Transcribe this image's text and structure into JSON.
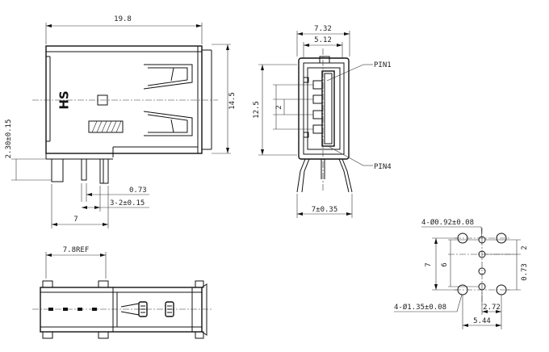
{
  "side_view": {
    "width": "19.8",
    "height": "14.5",
    "pin_offset": "2.30±0.15",
    "pin_width": "0.73",
    "pin_pitch": "3-2±0.15",
    "pin_span": "7",
    "brand_mark": "HS"
  },
  "front_view": {
    "outer_width": "7.32",
    "inner_width": "5.12",
    "height": "12.5",
    "pitch": "2",
    "pin1_label": "PIN1",
    "pin4_label": "PIN4",
    "leg_span": "7±0.35"
  },
  "top_view": {
    "ref_dim": "7.8REF"
  },
  "footprint": {
    "small_holes": "4-Ø0.92±0.08",
    "large_holes": "4-Ø1.35±0.08",
    "dim_7": "7",
    "dim_6": "6",
    "dim_2": "2",
    "dim_073": "0.73",
    "dim_272": "2.72",
    "dim_544": "5.44"
  }
}
